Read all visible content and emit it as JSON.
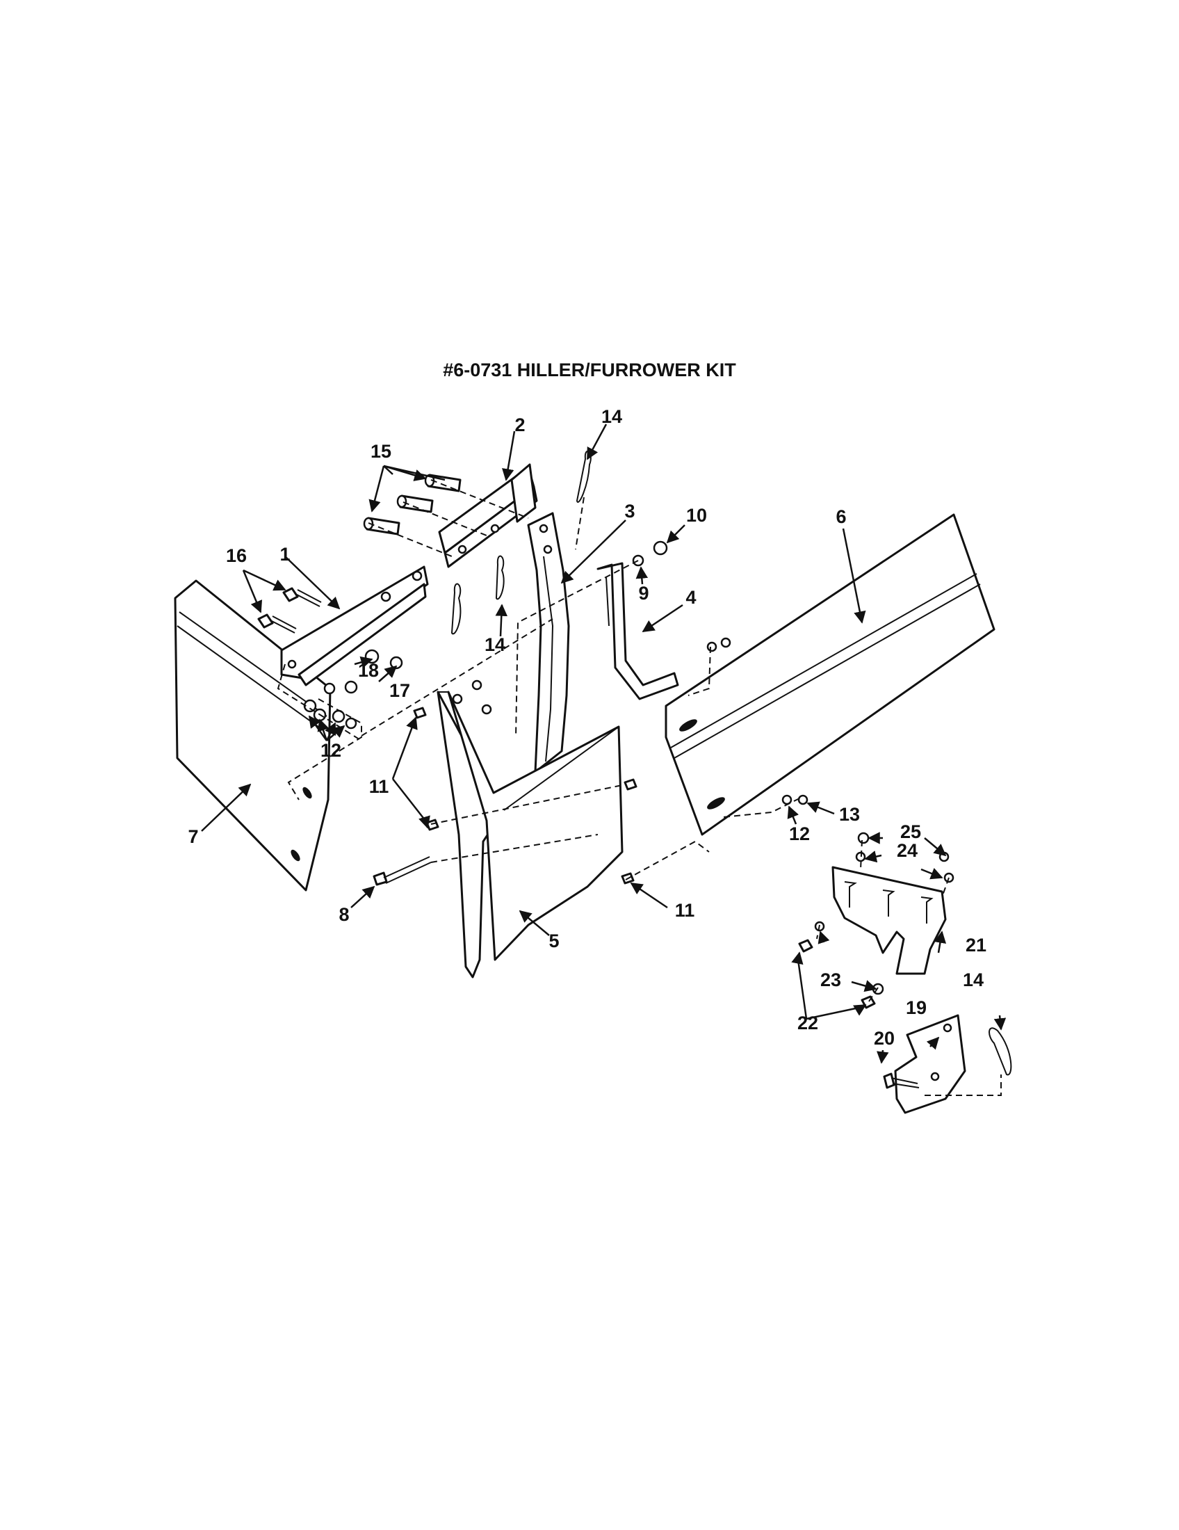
{
  "title": "#6-0731 HILLER/FURROWER KIT",
  "callouts": [
    "1",
    "2",
    "3",
    "4",
    "5",
    "6",
    "7",
    "8",
    "9",
    "10",
    "11",
    "11",
    "12",
    "12",
    "13",
    "14",
    "14",
    "14",
    "15",
    "16",
    "17",
    "18",
    "19",
    "20",
    "21",
    "22",
    "23",
    "24",
    "25"
  ]
}
